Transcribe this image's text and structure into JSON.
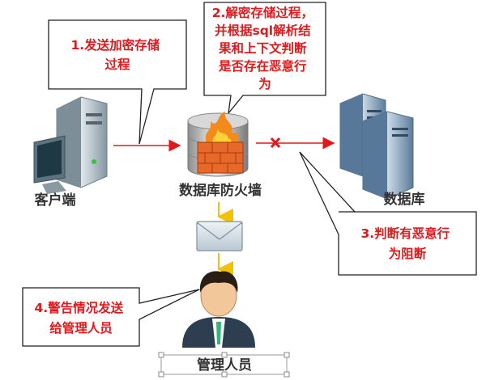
{
  "callouts": {
    "step1": [
      "1.发送加密存储",
      "过程"
    ],
    "step2": [
      "2.解密存储过程，",
      "并根据sql解析结",
      "果和上下文判断",
      "是否存在恶意行",
      "为"
    ],
    "step3": [
      "3.判断有恶意行",
      "为阻断"
    ],
    "step4": [
      "4.警告情况发送",
      "给管理人员"
    ]
  },
  "nodes": {
    "client": "客户端",
    "firewall": "数据库防火墙",
    "database": "数据库",
    "admin": "管理人员"
  },
  "colors": {
    "callout_text": "#e0191c",
    "arrow_red": "#e0191c",
    "arrow_yellow": "#f2c200",
    "block_mark": "#e0191c"
  }
}
